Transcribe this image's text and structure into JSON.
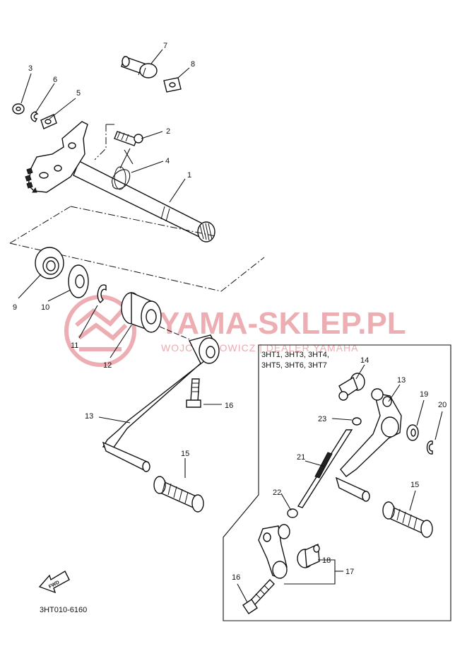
{
  "watermark": {
    "brand": "YAMA-SKLEP.PL",
    "sub": "WOJCIECHOWICZ | DEALER YAMAHA",
    "color": "#e49aa2"
  },
  "inset": {
    "models_line1": "3HT1, 3HT3, 3HT4,",
    "models_line2": "3HT5, 3HT6, 3HT7"
  },
  "diagram_code": "3HT010-6160",
  "fwd_label": "FWD",
  "callouts": {
    "c1": "1",
    "c2": "2",
    "c3": "3",
    "c4": "4",
    "c5": "5",
    "c6": "6",
    "c7": "7",
    "c8": "8",
    "c9": "9",
    "c10": "10",
    "c11": "11",
    "c12": "12",
    "c13a": "13",
    "c15a": "15",
    "c16a": "16",
    "c14": "14",
    "c13b": "13",
    "c19": "19",
    "c20": "20",
    "c23": "23",
    "c21": "21",
    "c15b": "15",
    "c22": "22",
    "c18": "18",
    "c17": "17",
    "c16b": "16"
  }
}
